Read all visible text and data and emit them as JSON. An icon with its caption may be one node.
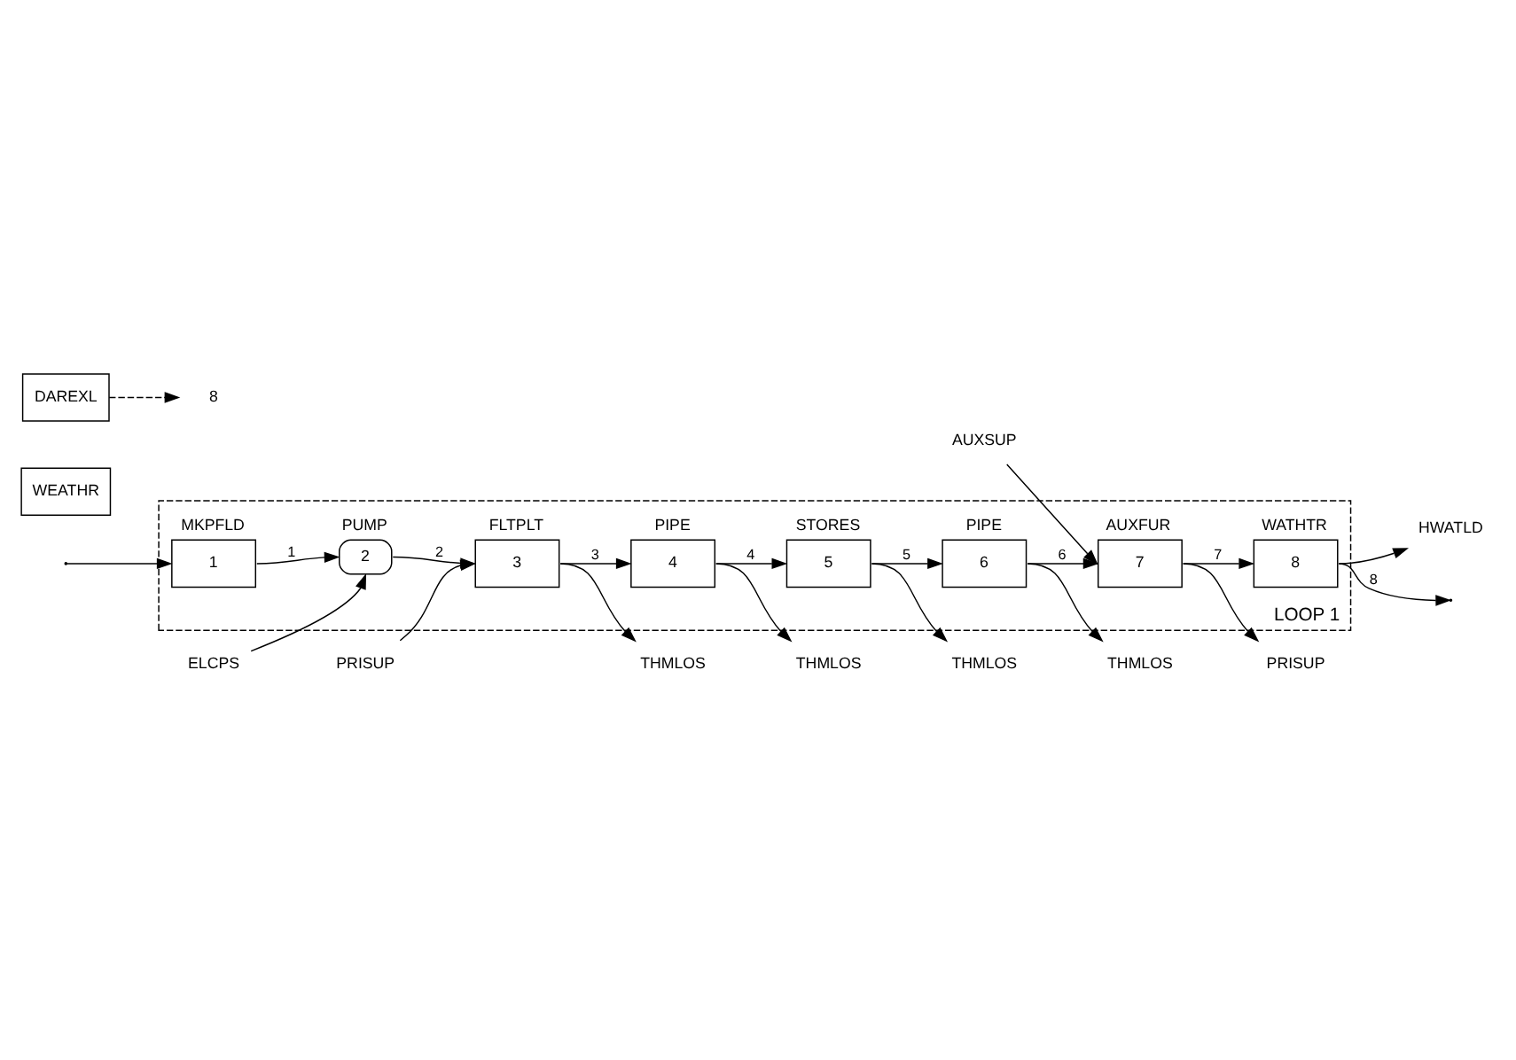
{
  "diagram": {
    "nodes": [
      {
        "text": [
          "LOOP 1"
        ]
      },
      {
        "text": [
          "1"
        ],
        "beside": [
          "MKPFLD"
        ],
        "in": 0
      },
      {
        "text": [
          "2"
        ],
        "beside": [
          "PUMP"
        ],
        "in": 0
      },
      {
        "text": [
          "3"
        ],
        "beside": [
          "FLTPLT"
        ],
        "in": 0
      },
      {
        "text": [
          "4"
        ],
        "beside": [
          "PIPE"
        ],
        "in": 0
      },
      {
        "text": [
          "5"
        ],
        "beside": [
          "STORES"
        ],
        "in": 0
      },
      {
        "text": [
          "6"
        ],
        "beside": [
          "PIPE"
        ],
        "in": 0
      },
      {
        "text": [
          "7"
        ],
        "beside": [
          "AUXFUR"
        ],
        "in": 0
      },
      {
        "text": [
          "8"
        ],
        "beside": [
          "WATHTR"
        ],
        "in": 0
      },
      {
        "text": [
          "THMLOS"
        ]
      },
      {
        "text": [
          "THMLOS"
        ]
      },
      {
        "text": [
          "THMLOS"
        ]
      },
      {
        "text": [
          "AUXSUP"
        ]
      },
      {
        "text": [
          "PRISUP"
        ]
      },
      {
        "text": [
          "PRISUP"
        ]
      },
      {
        "text": [
          "THMLOS"
        ]
      },
      {
        "text": [
          "HWATLD"
        ]
      },
      {
        "text": [
          "ELCPS"
        ]
      },
      {
        "text": [
          "WEATHR"
        ]
      },
      {
        "text": [
          "DAREXL"
        ]
      },
      {
        "text": [
          "8"
        ]
      }
    ],
    "edges": [
      {
        "from": 1,
        "to": 2,
        "arrow": "to",
        "label": "1"
      },
      {
        "from": 2,
        "to": 3,
        "arrow": "to",
        "label": "2"
      },
      {
        "from": 3,
        "to": 4,
        "arrow": "to",
        "label": "3"
      },
      {
        "from": 4,
        "to": 5,
        "arrow": "to",
        "label": "4"
      },
      {
        "from": 5,
        "to": 6,
        "arrow": "to",
        "label": "5"
      },
      {
        "from": 6,
        "to": 7,
        "arrow": "to",
        "label": "6"
      },
      {
        "from": 7,
        "to": 8,
        "arrow": "to",
        "label": "7"
      },
      {
        "from": 8,
        "to": null,
        "arrow": "to",
        "label": "8"
      },
      {
        "from": 4,
        "to": 9,
        "arrow": "to"
      },
      {
        "from": 5,
        "to": 10,
        "arrow": "to"
      },
      {
        "from": 6,
        "to": 11,
        "arrow": "to"
      },
      {
        "from": 12,
        "to": 7,
        "arrow": "to"
      },
      {
        "from": 7,
        "to": 13,
        "arrow": "to"
      },
      {
        "from": 14,
        "to": 3,
        "arrow": "to"
      },
      {
        "from": 3,
        "to": 15,
        "arrow": "to"
      },
      {
        "from": 8,
        "to": 16,
        "arrow": "to"
      },
      {
        "from": 17,
        "to": 2,
        "arrow": "to"
      },
      {
        "from": null,
        "to": 1,
        "arrow": "to"
      },
      {
        "from": 19,
        "to": 20,
        "arrow": "to",
        "style": "dashed"
      }
    ]
  }
}
